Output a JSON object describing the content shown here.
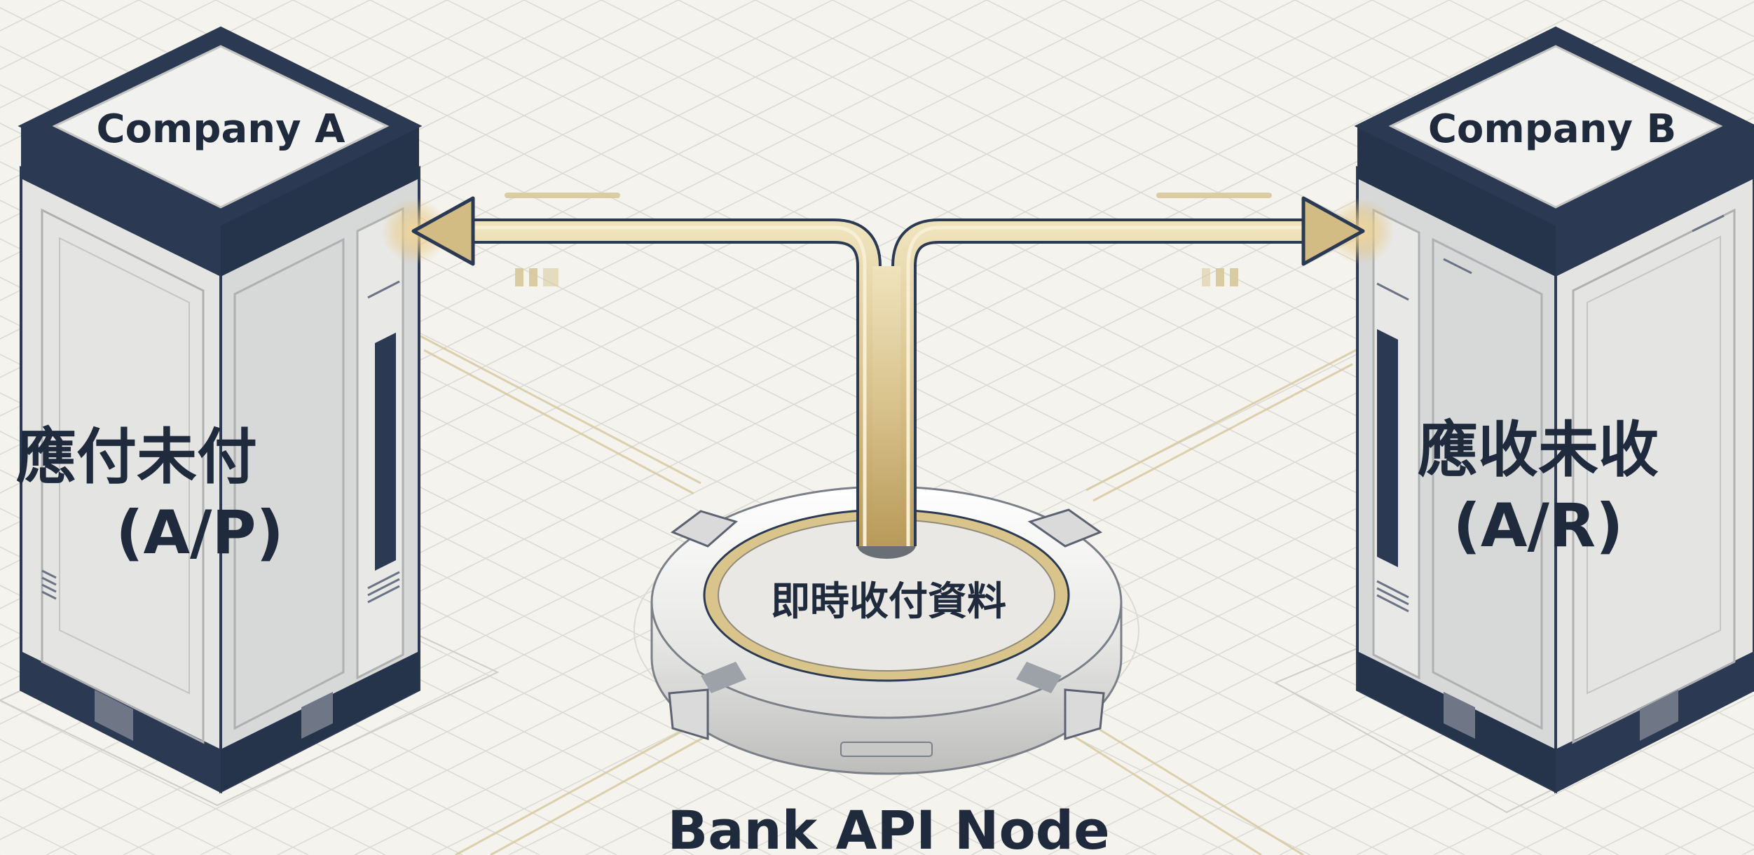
{
  "company_a": {
    "name": "Company A",
    "ledger_label": "應付未付",
    "ledger_code": "(A/P)"
  },
  "company_b": {
    "name": "Company B",
    "ledger_label": "應收未收",
    "ledger_code": "(A/R)"
  },
  "hub": {
    "center_label": "即時收付資料",
    "caption": "Bank API Node"
  },
  "colors": {
    "background": "#f4f3ee",
    "navy": "#2b3a52",
    "gold": "#c9b27a",
    "gold_light": "#e8dcb4",
    "panel": "#e6e6e4"
  }
}
